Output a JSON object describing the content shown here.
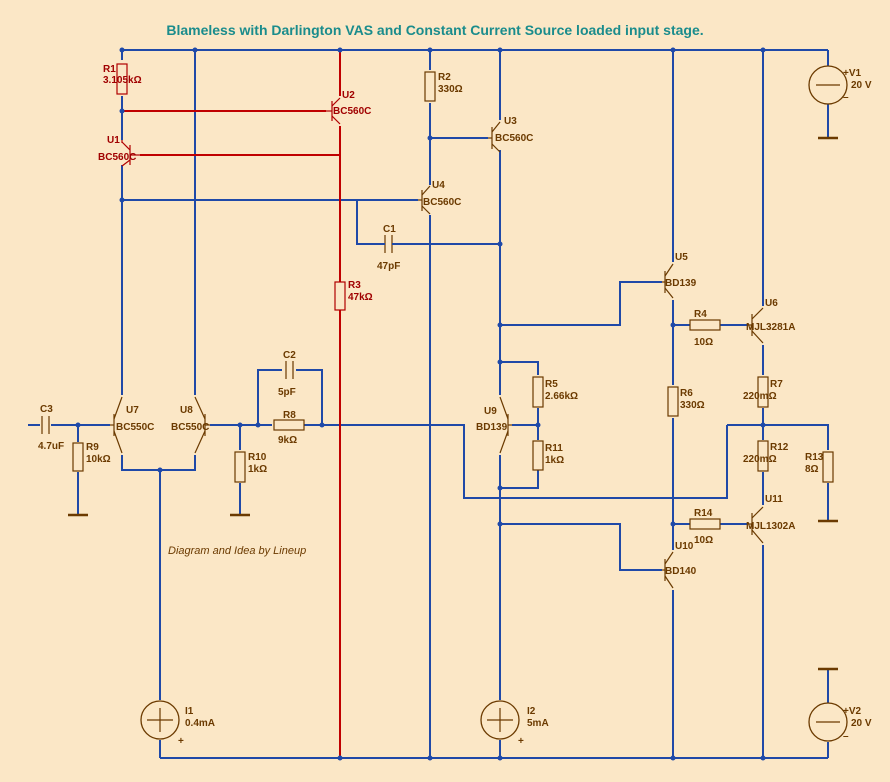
{
  "title": "Blameless with Darlington VAS and Constant Current Source loaded input stage.",
  "credit": "Diagram and Idea by Lineup",
  "colors": {
    "wire": "#1f49a8",
    "highlight_wire": "#c00000",
    "component": "#6b3a00",
    "highlight_component": "#b00000",
    "title": "#1a8c8c",
    "background": "#fbe7c6"
  },
  "components": {
    "R1": {
      "ref": "R1",
      "value": "3.105kΩ"
    },
    "R2": {
      "ref": "R2",
      "value": "330Ω"
    },
    "R3": {
      "ref": "R3",
      "value": "47kΩ"
    },
    "R4": {
      "ref": "R4",
      "value": "10Ω"
    },
    "R5": {
      "ref": "R5",
      "value": "2.66kΩ"
    },
    "R6": {
      "ref": "R6",
      "value": "330Ω"
    },
    "R7": {
      "ref": "R7",
      "value": "220mΩ"
    },
    "R8": {
      "ref": "R8",
      "value": "9kΩ"
    },
    "R9": {
      "ref": "R9",
      "value": "10kΩ"
    },
    "R10": {
      "ref": "R10",
      "value": "1kΩ"
    },
    "R11": {
      "ref": "R11",
      "value": "1kΩ"
    },
    "R12": {
      "ref": "R12",
      "value": "220mΩ"
    },
    "R13": {
      "ref": "R13",
      "value": "8Ω"
    },
    "R14": {
      "ref": "R14",
      "value": "10Ω"
    },
    "C1": {
      "ref": "C1",
      "value": "47pF"
    },
    "C2": {
      "ref": "C2",
      "value": "5pF"
    },
    "C3": {
      "ref": "C3",
      "value": "4.7uF"
    },
    "U1": {
      "ref": "U1",
      "value": "BC560C"
    },
    "U2": {
      "ref": "U2",
      "value": "BC560C"
    },
    "U3": {
      "ref": "U3",
      "value": "BC560C"
    },
    "U4": {
      "ref": "U4",
      "value": "BC560C"
    },
    "U5": {
      "ref": "U5",
      "value": "BD139"
    },
    "U6": {
      "ref": "U6",
      "value": "MJL3281A"
    },
    "U7": {
      "ref": "U7",
      "value": "BC550C"
    },
    "U8": {
      "ref": "U8",
      "value": "BC550C"
    },
    "U9": {
      "ref": "U9",
      "value": "BD139"
    },
    "U10": {
      "ref": "U10",
      "value": "BD140"
    },
    "U11": {
      "ref": "U11",
      "value": "MJL1302A"
    },
    "I1": {
      "ref": "I1",
      "value": "0.4mA"
    },
    "I2": {
      "ref": "I2",
      "value": "5mA"
    },
    "V1": {
      "ref": "+V1",
      "value": "20 V"
    },
    "V2": {
      "ref": "+V2",
      "value": "20 V"
    }
  },
  "polarity": {
    "plus": "+",
    "minus": "–"
  }
}
